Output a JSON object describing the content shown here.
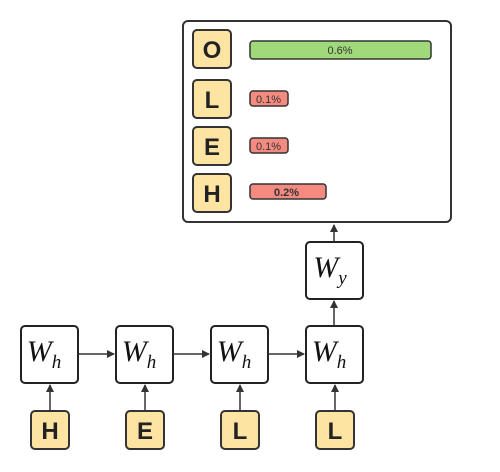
{
  "colors": {
    "letter_fill": "#fde4a2",
    "green_bar": "#9fd97a",
    "red_bar": "#f58b80",
    "stroke": "#333333"
  },
  "output_panel": {
    "rows": [
      {
        "letter": "O",
        "value_label": "0.6%",
        "color": "green",
        "fill_fraction": 1.0
      },
      {
        "letter": "L",
        "value_label": "0.1%",
        "color": "red",
        "fill_fraction": 0.21
      },
      {
        "letter": "E",
        "value_label": "0.1%",
        "color": "red",
        "fill_fraction": 0.21
      },
      {
        "letter": "H",
        "value_label": "0.2%",
        "color": "red",
        "fill_fraction": 0.42
      }
    ]
  },
  "output_layer": {
    "main": "W",
    "sub": "y"
  },
  "hidden_layer": {
    "main": "W",
    "sub": "h"
  },
  "inputs": [
    "H",
    "E",
    "L",
    "L"
  ]
}
